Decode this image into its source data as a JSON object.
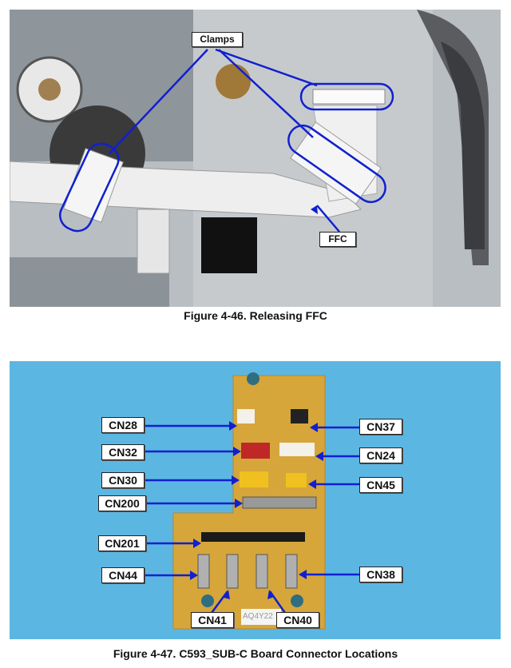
{
  "figure1": {
    "caption": "Figure 4-46. Releasing FFC",
    "labels": {
      "clamps": "Clamps",
      "ffc": "FFC"
    }
  },
  "figure2": {
    "caption": "Figure 4-47. C593_SUB-C Board Connector Locations",
    "board_sticker": "AQ4Y22",
    "labels": {
      "cn28": "CN28",
      "cn37": "CN37",
      "cn32": "CN32",
      "cn24": "CN24",
      "cn30": "CN30",
      "cn45": "CN45",
      "cn200": "CN200",
      "cn201": "CN201",
      "cn44": "CN44",
      "cn38": "CN38",
      "cn41": "CN41",
      "cn40": "CN40"
    }
  },
  "colors": {
    "arrow": "#1020d0",
    "board": "#d8a83c",
    "background_blue": "#5cb6e2"
  }
}
